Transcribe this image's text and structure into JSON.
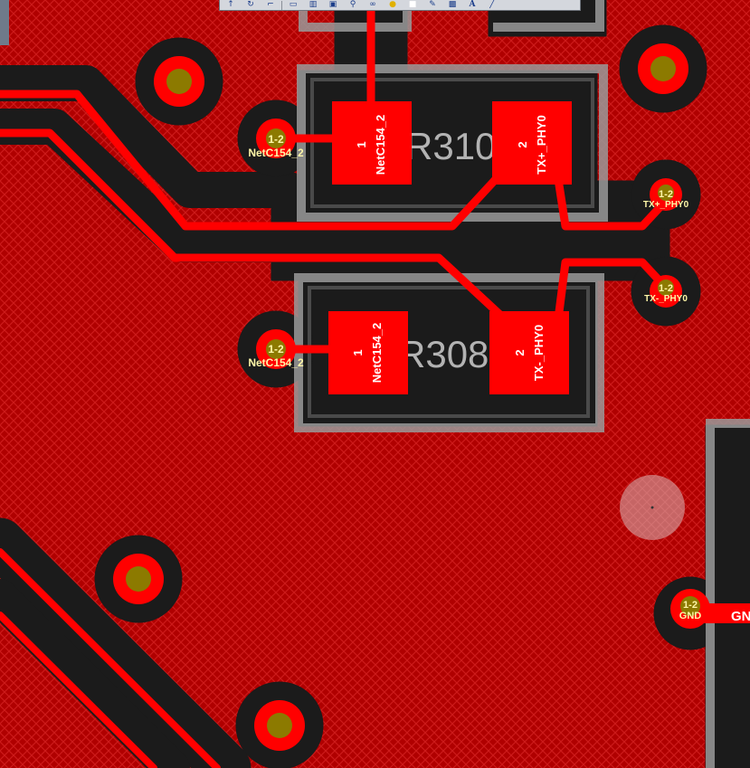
{
  "toolbar": {
    "tools": [
      {
        "name": "pin-icon",
        "glyph": "↑"
      },
      {
        "name": "route-icon",
        "glyph": "↻"
      },
      {
        "name": "line-icon",
        "glyph": "⌐"
      },
      {
        "name": "select-rect-icon",
        "glyph": "▭"
      },
      {
        "name": "component-icon",
        "glyph": "▥"
      },
      {
        "name": "chip-icon",
        "glyph": "▣"
      },
      {
        "name": "interactive-route-icon",
        "glyph": "⚲"
      },
      {
        "name": "diff-pair-icon",
        "glyph": "∞"
      },
      {
        "name": "bulb-icon",
        "glyph": "●"
      },
      {
        "name": "fill-icon",
        "glyph": "■"
      },
      {
        "name": "edit-icon",
        "glyph": "✎"
      },
      {
        "name": "keepout-icon",
        "glyph": "▩"
      },
      {
        "name": "text-icon",
        "glyph": "A"
      },
      {
        "name": "arc-icon",
        "glyph": "╱"
      }
    ]
  },
  "colors": {
    "copper_fill": "#b30000",
    "hatch": "#c81818",
    "clearance": "#1b1b1b",
    "track": "#ff0000",
    "pad": "#ff0000",
    "via_hole": "#8c7a00",
    "via_ring": "#ff0000",
    "silkscreen": "#aaaaaa",
    "via_label": "#fff7a8"
  },
  "components": [
    {
      "designator": "R310"
    },
    {
      "designator": "R308"
    }
  ],
  "pads": [
    {
      "number": "1",
      "net": "NetC154_2"
    },
    {
      "number": "2",
      "net": "TX+_PHY0"
    },
    {
      "number": "1",
      "net": "NetC154_2"
    },
    {
      "number": "2",
      "net": "TX-_PHY0"
    }
  ],
  "vias": [
    {
      "layers": "1-2",
      "net": "NetC154_2"
    },
    {
      "layers": "1-2",
      "net": "TX+_PHY0"
    },
    {
      "layers": "1-2",
      "net": "TX-_PHY0"
    },
    {
      "layers": "1-2",
      "net": "NetC154_2"
    },
    {
      "layers": "1-2",
      "net": "GND"
    }
  ],
  "edge_net_label": "GN"
}
